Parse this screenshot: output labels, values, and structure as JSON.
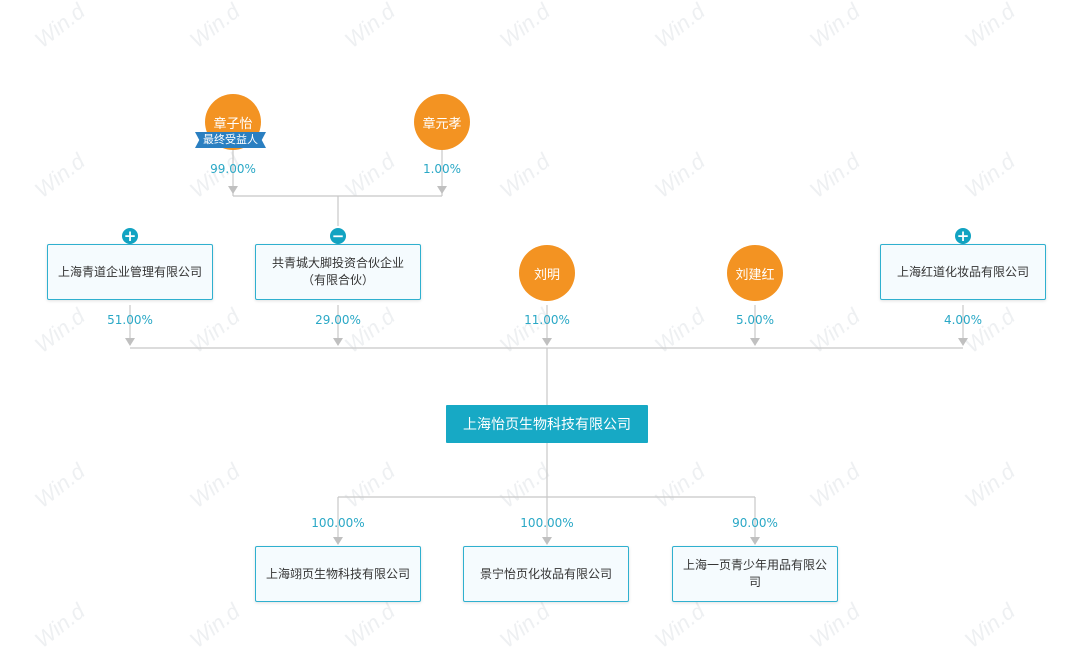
{
  "watermark": "Win.d",
  "shareholders_top": [
    {
      "name": "章子怡",
      "badge": "最终受益人",
      "percent": "99.00%"
    },
    {
      "name": "章元孝",
      "percent": "1.00%"
    }
  ],
  "shareholders": [
    {
      "name": "上海青道企业管理有限公司",
      "type": "company",
      "toggle": "+",
      "percent": "51.00%"
    },
    {
      "name": "共青城大脚投资合伙企业（有限合伙）",
      "type": "company",
      "toggle": "−",
      "percent": "29.00%"
    },
    {
      "name": "刘明",
      "type": "person",
      "percent": "11.00%"
    },
    {
      "name": "刘建红",
      "type": "person",
      "percent": "5.00%"
    },
    {
      "name": "上海红道化妆品有限公司",
      "type": "company",
      "toggle": "+",
      "percent": "4.00%"
    }
  ],
  "target": {
    "name": "上海怡页生物科技有限公司"
  },
  "subsidiaries": [
    {
      "name": "上海翊页生物科技有限公司",
      "percent": "100.00%"
    },
    {
      "name": "景宁怡页化妆品有限公司",
      "percent": "100.00%"
    },
    {
      "name": "上海一页青少年用品有限公司",
      "percent": "90.00%"
    }
  ],
  "colors": {
    "person": "#f39322",
    "company_border": "#2fb0cf",
    "target": "#17a9c5",
    "percent": "#2aa8c6",
    "line": "#c8c8c8",
    "badge": "#2a7fc1"
  }
}
